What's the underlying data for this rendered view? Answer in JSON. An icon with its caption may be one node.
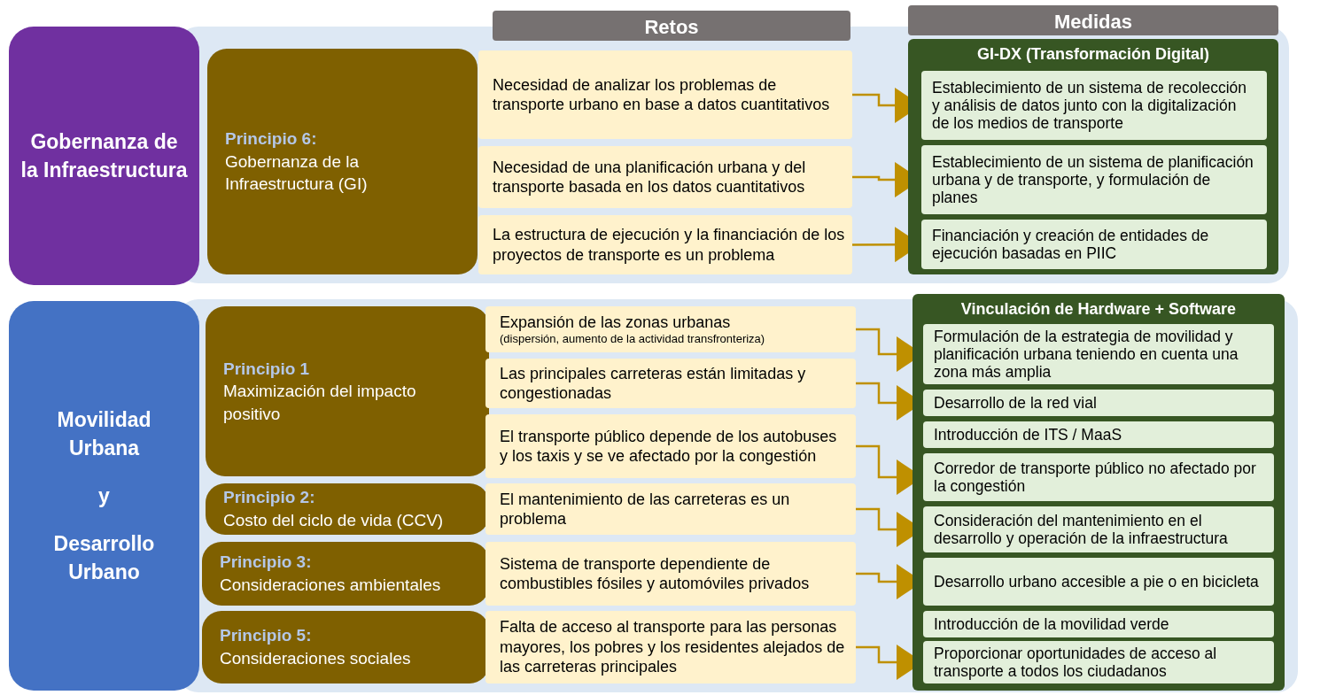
{
  "diagram": {
    "nodes": [
      {
        "text": [
          "Retos"
        ]
      },
      {
        "text": [
          "Medidas"
        ]
      },
      {
        "text": [
          "Gobernanza de la Infraestructura"
        ]
      },
      {
        "text": [
          "Principio 6:",
          "Gobernanza de la Infraestructura (GI)"
        ]
      },
      {
        "text": [
          "Necesidad de analizar los problemas de transporte urbano en base a datos cuantitativos"
        ]
      },
      {
        "text": [
          "Necesidad de una planificación urbana y del transporte basada en los datos cuantitativos"
        ]
      },
      {
        "text": [
          "La estructura de ejecución y la financiación de los proyectos de transporte es un problema"
        ]
      },
      {
        "text": [
          "GI-DX (Transformación Digital)"
        ]
      },
      {
        "text": [
          "Establecimiento de un sistema de recolección y análisis de datos junto con la digitalización de los medios de transporte"
        ],
        "in": 7
      },
      {
        "text": [
          "Establecimiento de un sistema de planificación urbana y de transporte, y formulación de planes"
        ],
        "in": 7
      },
      {
        "text": [
          "Financiación y creación de entidades de ejecución basadas en PIIC"
        ],
        "in": 7
      },
      {
        "text": [
          "Movilidad Urbana",
          "y",
          "Desarrollo Urbano"
        ]
      },
      {
        "text": [
          "Principio 1",
          "Maximización del impacto positivo"
        ]
      },
      {
        "text": [
          "Principio 2:",
          "Costo del ciclo de vida (CCV)"
        ]
      },
      {
        "text": [
          "Principio 3:",
          "Consideraciones ambientales"
        ]
      },
      {
        "text": [
          "Principio 5:",
          "Consideraciones sociales"
        ]
      },
      {
        "text": [
          "Expansión de las zonas urbanas",
          "(dispersión, aumento de la actividad transfronteriza)"
        ]
      },
      {
        "text": [
          "Las principales carreteras están limitadas y congestionadas"
        ]
      },
      {
        "text": [
          "El transporte público depende de los autobuses y los taxis y se ve afectado por la congestión"
        ]
      },
      {
        "text": [
          "El mantenimiento de las carreteras es un problema"
        ]
      },
      {
        "text": [
          "Sistema de transporte dependiente de combustibles fósiles y automóviles privados"
        ]
      },
      {
        "text": [
          "Falta de acceso al transporte para las personas mayores, los pobres y los residentes alejados de las carreteras principales"
        ]
      },
      {
        "text": [
          "Vinculación de Hardware + Software"
        ]
      },
      {
        "text": [
          "Formulación de la estrategia de movilidad y planificación urbana teniendo en cuenta una zona más amplia"
        ],
        "in": 22
      },
      {
        "text": [
          "Desarrollo de la red vial"
        ],
        "in": 22
      },
      {
        "text": [
          "Introducción de ITS / MaaS"
        ],
        "in": 22
      },
      {
        "text": [
          "Corredor de transporte público no afectado por la congestión"
        ],
        "in": 22
      },
      {
        "text": [
          "Consideración del mantenimiento en el desarrollo y operación de la infraestructura"
        ],
        "in": 22
      },
      {
        "text": [
          "Desarrollo urbano accesible a pie o en bicicleta"
        ],
        "in": 22
      },
      {
        "text": [
          "Introducción de la movilidad verde"
        ],
        "in": 22
      },
      {
        "text": [
          "Proporcionar oportunidades de acceso al transporte a todos los ciudadanos"
        ],
        "in": 22
      }
    ],
    "edges": [
      {
        "from": 4,
        "to": 8,
        "arrow": "to"
      },
      {
        "from": 5,
        "to": 9,
        "arrow": "to"
      },
      {
        "from": 6,
        "to": 10,
        "arrow": "to"
      },
      {
        "from": 16,
        "to": 23,
        "arrow": "to"
      },
      {
        "from": 17,
        "to": 24,
        "arrow": "to"
      },
      {
        "from": 18,
        "to": 26,
        "arrow": "to"
      },
      {
        "from": 19,
        "to": 27,
        "arrow": "to"
      },
      {
        "from": 20,
        "to": 28,
        "arrow": "to"
      },
      {
        "from": 21,
        "to": 30,
        "arrow": "to"
      }
    ]
  }
}
